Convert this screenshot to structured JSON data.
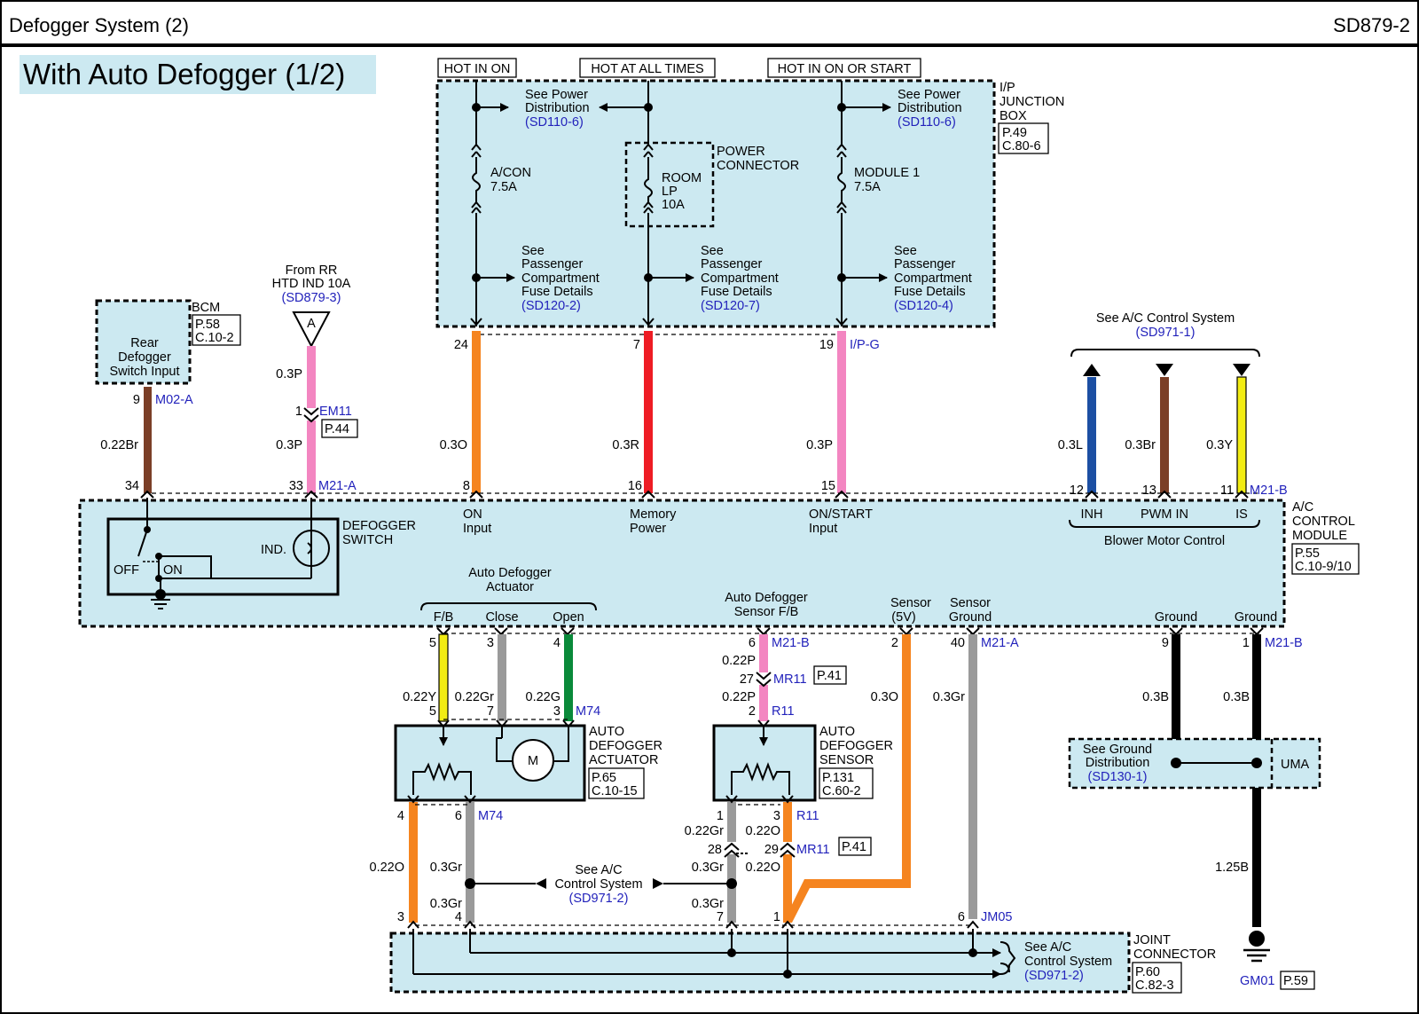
{
  "header": {
    "title": "Defogger System  (2)",
    "code": "SD879-2"
  },
  "subtitle": "With Auto Defogger (1/2)",
  "power": {
    "hot_in_on": "HOT IN ON",
    "hot_at_all_times": "HOT AT ALL TIMES",
    "hot_in_on_or_start": "HOT IN ON OR START"
  },
  "junction": {
    "name1": "I/P",
    "name2": "JUNCTION",
    "name3": "BOX",
    "ref1": "P.49",
    "ref2": "C.80-6",
    "see_pd_1": "See Power",
    "see_pd_2": "Distribution",
    "see_pd_ref": "(SD110-6)",
    "fuse_acon_1": "A/CON",
    "fuse_acon_2": "7.5A",
    "power_conn_1": "POWER",
    "power_conn_2": "CONNECTOR",
    "room_1": "ROOM",
    "room_2": "LP",
    "room_3": "10A",
    "fuse_mod_1": "MODULE 1",
    "fuse_mod_2": "7.5A",
    "see_pcf_1": "See",
    "see_pcf_2": "Passenger",
    "see_pcf_3": "Compartment",
    "see_pcf_4": "Fuse Details",
    "pcf_ref_a": "(SD120-2)",
    "pcf_ref_b": "(SD120-7)",
    "pcf_ref_c": "(SD120-4)",
    "conn": "I/P-G"
  },
  "bcm": {
    "name": "BCM",
    "ref1": "P.58",
    "ref2": "C.10-2",
    "l1": "Rear",
    "l2": "Defogger",
    "l3": "Switch Input",
    "pin": "9",
    "conn": "M02-A",
    "wire": "0.22Br"
  },
  "from_rr": {
    "l1": "From RR",
    "l2": "HTD IND 10A",
    "ref": "(SD879-3)",
    "tag": "A",
    "wire_a": "0.3P",
    "pin": "1",
    "conn": "EM11",
    "page": "P.44",
    "wire_b": "0.3P"
  },
  "wires": {
    "w24": "24",
    "w7": "7",
    "w19": "19",
    "s24": "0.3O",
    "s7": "0.3R",
    "s19": "0.3P"
  },
  "module": {
    "name1": "A/C",
    "name2": "CONTROL",
    "name3": "MODULE",
    "ref1": "P.55",
    "ref2": "C.10-9/10",
    "p34": "34",
    "p33": "33",
    "conn_a": "M21-A",
    "p8": "8",
    "p16": "16",
    "p15": "15",
    "p12": "12",
    "p13": "13",
    "p11": "11",
    "conn_b": "M21-B",
    "on_1": "ON",
    "on_2": "Input",
    "mem_1": "Memory",
    "mem_2": "Power",
    "st_1": "ON/START",
    "st_2": "Input",
    "inh": "INH",
    "pwm": "PWM IN",
    "is": "IS",
    "blower": "Blower Motor Control",
    "sw_1": "DEFOGGER",
    "sw_2": "SWITCH",
    "ind": "IND.",
    "off": "OFF",
    "on": "ON",
    "act_1": "Auto Defogger",
    "act_2": "Actuator",
    "fb": "F/B",
    "close": "Close",
    "open": "Open",
    "sfb_1": "Auto Defogger",
    "sfb_2": "Sensor F/B",
    "s5_1": "Sensor",
    "s5_2": "(5V)",
    "sg_1": "Sensor",
    "sg_2": "Ground",
    "gnd": "Ground"
  },
  "acsys": {
    "l1": "See A/C Control System",
    "ref": "(SD971-1)",
    "w1": "0.3L",
    "w2": "0.3Br",
    "w3": "0.3Y"
  },
  "lower": {
    "p5": "5",
    "p3": "3",
    "p4": "4",
    "p6": "6",
    "p2": "2",
    "p40": "40",
    "p9": "9",
    "p1": "1",
    "m21b": "M21-B",
    "m21a": "M21-A",
    "w022y": "0.22Y",
    "w022gr": "0.22Gr",
    "w022g": "0.22G",
    "m74": "M74",
    "a5": "5",
    "a7": "7",
    "a3": "3",
    "w022p": "0.22P",
    "p27": "27",
    "mr11": "MR11",
    "p41": "P.41",
    "w022p2": "0.22P",
    "s2": "2",
    "r11": "R11",
    "w03o": "0.3O",
    "w03gr": "0.3Gr",
    "w03b": "0.3B",
    "w03b2": "0.3B"
  },
  "actuator": {
    "l1": "AUTO",
    "l2": "DEFOGGER",
    "l3": "ACTUATOR",
    "ref1": "P.65",
    "ref2": "C.10-15",
    "motor": "M",
    "o4": "4",
    "o6": "6",
    "conn": "M74"
  },
  "sensor": {
    "l1": "AUTO",
    "l2": "DEFOGGER",
    "l3": "SENSOR",
    "ref1": "P.131",
    "ref2": "C.60-2",
    "o1": "1",
    "o3": "3",
    "conn": "R11",
    "w022gr": "0.22Gr",
    "w022o": "0.22O",
    "p28": "28",
    "p29": "29",
    "mr11": "MR11",
    "p41": "P.41",
    "w03gr": "0.3Gr",
    "w022o2": "0.22O",
    "w03gr2": "0.3Gr"
  },
  "lowwires": {
    "w022o": "0.22O",
    "w03gr": "0.3Gr",
    "w03gr2": "0.3Gr",
    "see1": "See A/C",
    "see2": "Control System",
    "see_ref": "(SD971-2)"
  },
  "ground": {
    "see1": "See Ground",
    "see2": "Distribution",
    "ref": "(SD130-1)",
    "uma": "UMA",
    "w125": "1.25B",
    "gm01": "GM01",
    "page": "P.59"
  },
  "joint": {
    "j3": "3",
    "j4": "4",
    "j7": "7",
    "j1": "1",
    "j6": "6",
    "conn": "JM05",
    "name1": "JOINT",
    "name2": "CONNECTOR",
    "ref1": "P.60",
    "ref2": "C.82-3",
    "see1": "See A/C",
    "see2": "Control System",
    "see_ref": "(SD971-2)"
  },
  "colors": {
    "orange": "#f5841f",
    "red": "#ee1c24",
    "pink": "#f386c1",
    "brown": "#7b3f27",
    "blue": "#1c4fa3",
    "yellow": "#f2ec13",
    "gray": "#9a9a9a",
    "green": "#0a8a3a",
    "black": "#000000",
    "blue_text": "#2222bb",
    "panel": "#cce9f1"
  }
}
